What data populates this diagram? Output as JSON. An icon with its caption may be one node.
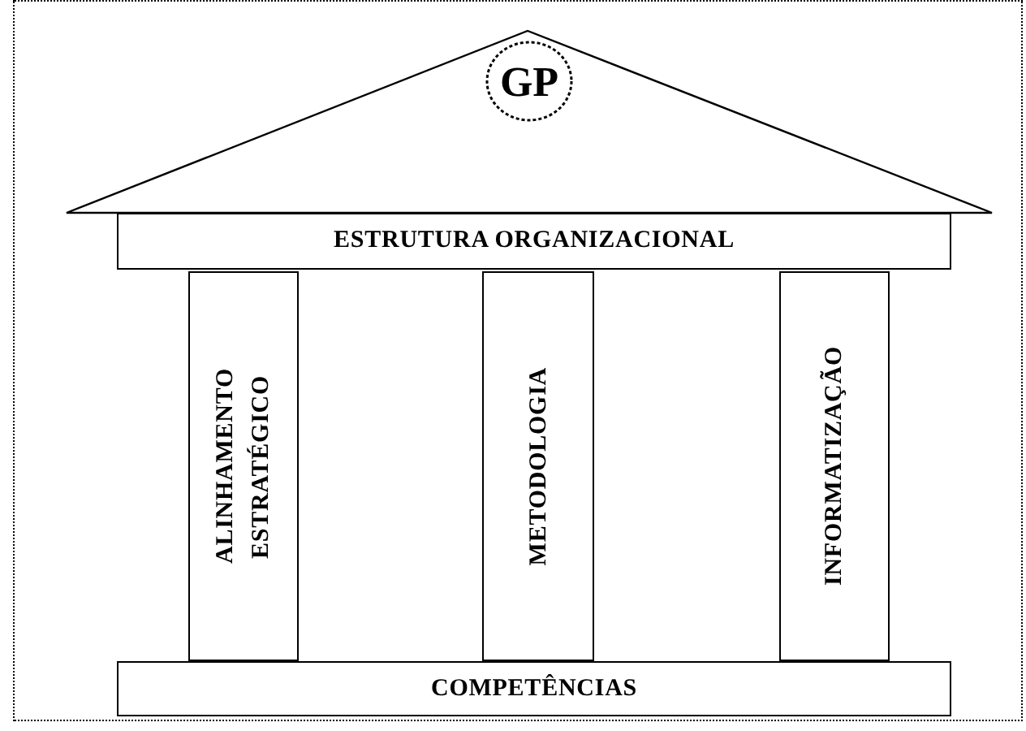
{
  "diagram": {
    "nodes": [
      {
        "text": [],
        "shape": "triangle"
      },
      {
        "text": [
          "GP"
        ],
        "in": 0
      },
      {
        "text": [
          "ESTRUTURA ORGANIZACIONAL"
        ]
      },
      {
        "text": [
          "ALINHAMENTO ESTRATÉGICO"
        ]
      },
      {
        "text": [
          "METODOLOGIA"
        ]
      },
      {
        "text": [
          "INFORMATIZAÇÃO"
        ]
      },
      {
        "text": [
          "COMPETÊNCIAS"
        ]
      }
    ]
  }
}
